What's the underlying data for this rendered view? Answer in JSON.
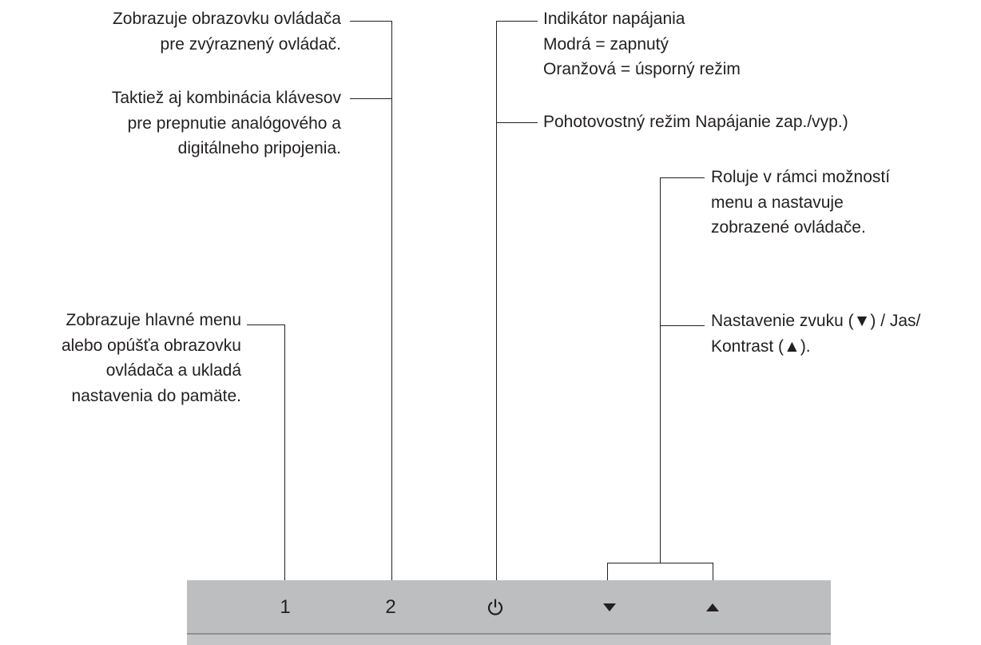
{
  "callouts": {
    "button2_top": [
      "Zobrazuje obrazovku ovládača",
      "pre zvýraznený ovládač."
    ],
    "button2_bottom": [
      "Taktiež aj kombinácia klávesov",
      "pre prepnutie analógového a",
      "digitálneho pripojenia."
    ],
    "power_indicator": [
      "Indikátor napájania",
      "Modrá = zapnutý",
      "Oranžová = úsporný režim"
    ],
    "power_standby": "Pohotovostný režim Napájanie zap./vyp.)",
    "arrows_scroll": [
      "Roluje v rámci možností",
      "menu a nastavuje",
      "zobrazené ovládače."
    ],
    "arrows_audio": [
      "Nastavenie zvuku (▼) / Jas/",
      "Kontrast (▲)."
    ],
    "button1": [
      "Zobrazuje hlavné menu",
      "alebo opúšťa obrazovku",
      "ovládača a ukladá",
      "nastavenia do pamäte."
    ]
  },
  "panel": {
    "key1_label": "1",
    "key2_label": "2",
    "power_icon": "power-icon",
    "down_icon": "down-triangle-icon",
    "up_icon": "up-triangle-icon"
  },
  "colors": {
    "text": "#231f20",
    "panel": "#bdbec0"
  }
}
